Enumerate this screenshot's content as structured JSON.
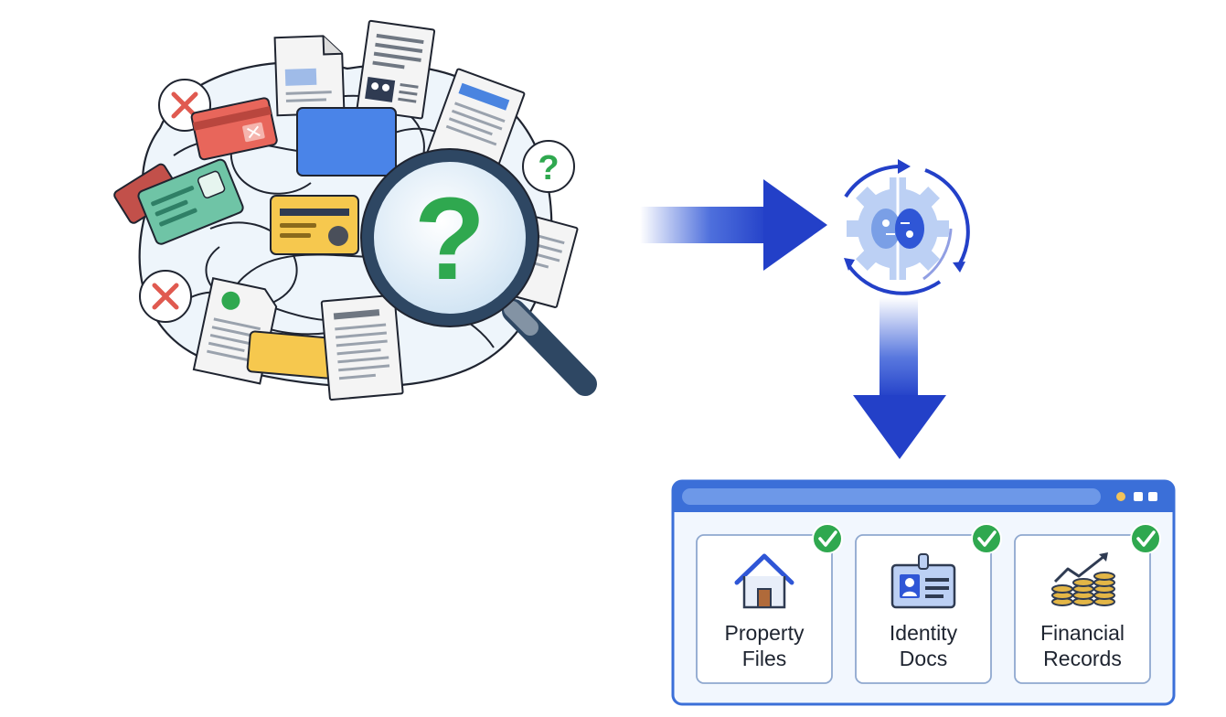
{
  "chaos": {
    "question_mark": "?",
    "small_question_mark": "?"
  },
  "window": {
    "cards": [
      {
        "line1": "Property",
        "line2": "Files",
        "icon": "house-icon"
      },
      {
        "line1": "Identity",
        "line2": "Docs",
        "icon": "id-card-icon"
      },
      {
        "line1": "Financial",
        "line2": "Records",
        "icon": "coins-chart-icon"
      }
    ]
  },
  "colors": {
    "accent_blue": "#2f56d6",
    "check_green": "#2fa84f",
    "error_red": "#e05a50",
    "window_blue": "#3b6fd8"
  }
}
